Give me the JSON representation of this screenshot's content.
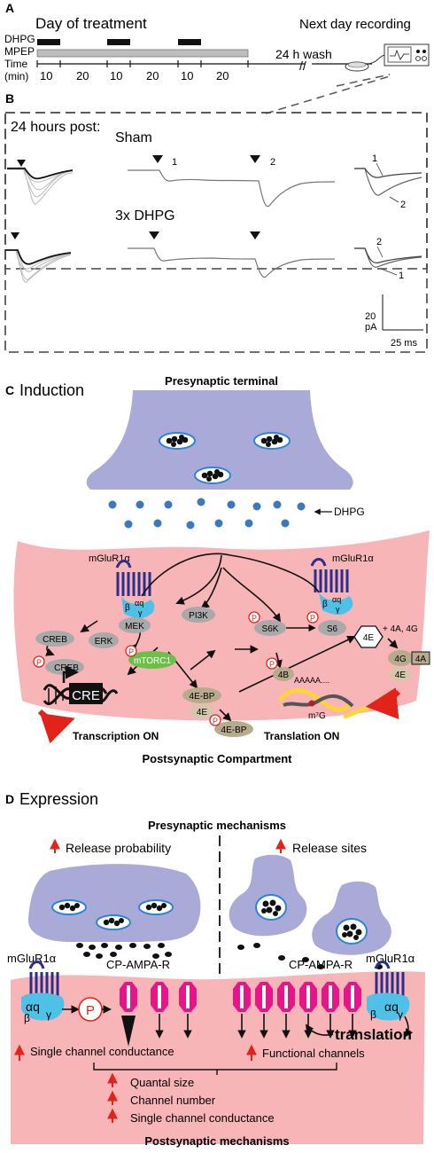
{
  "colors": {
    "presynaptic": "#aaaad9",
    "postsynaptic": "#f8b5b8",
    "receptor": "#2b2e8c",
    "g_protein": "#4fc0e6",
    "kinase": "#a9a9a9",
    "mtorc1": "#6cc04a",
    "elf": "#b7ab8e",
    "phospho": "#e2231a",
    "channel": "#e6158a",
    "dot": "#3a78c0",
    "vesicle_ring": "#2d83d6"
  },
  "panel_a": {
    "letter": "A",
    "day_label": "Day of treatment",
    "next_label": "Next day recording",
    "row_dhpg": "DHPG",
    "row_mpep": "MPEP",
    "row_time": "Time",
    "row_min": "(min)",
    "wash": "24 h wash",
    "durations": [
      "10",
      "20",
      "10",
      "20",
      "10",
      "20"
    ]
  },
  "panel_b": {
    "letter": "B",
    "header": "24 hours post:",
    "sham": "Sham",
    "dhpg": "3x DHPG",
    "event_1": "1",
    "event_2": "2",
    "scale_y": "20",
    "scale_unit": "pA",
    "scale_x": "25 ms"
  },
  "panel_c": {
    "letter": "C",
    "title": "Induction",
    "pre": "Presynaptic terminal",
    "post": "Postsynaptic Compartment",
    "dhpg": "DHPG",
    "receptor": "mGluR1α",
    "g_alpha": "αq",
    "g_beta": "β",
    "g_gamma": "γ",
    "mek": "MEK",
    "erk": "ERK",
    "creb": "CREB",
    "pi3k": "PI3K",
    "s6k": "S6K",
    "s6": "S6",
    "mtorc1": "mTORC1",
    "b4": "4B",
    "ebp": "4E-BP",
    "e4": "4E",
    "g4": "4G",
    "a4": "4A",
    "plus": "+ 4A, 4G",
    "p": "P",
    "cre": "CRE",
    "mrna": "AAAAA....",
    "cap": "m⁷G",
    "transcription": "Transcription ON",
    "translation": "Translation ON"
  },
  "panel_d": {
    "letter": "D",
    "title": "Expression",
    "pre": "Presynaptic mechanisms",
    "post": "Postsynaptic mechanisms",
    "release_prob": "Release probability",
    "release_sites": "Release sites",
    "receptor": "mGluR1α",
    "cpampar": "CP-AMPA-R",
    "p": "P",
    "single_cond": "Single channel conductance",
    "functional": "Functional channels",
    "translation": "translation",
    "quantal": "Quantal size",
    "ch_number": "Channel number",
    "single_cond2": "Single channel conductance",
    "g_alpha": "αq",
    "g_beta": "β",
    "g_gamma": "γ"
  }
}
